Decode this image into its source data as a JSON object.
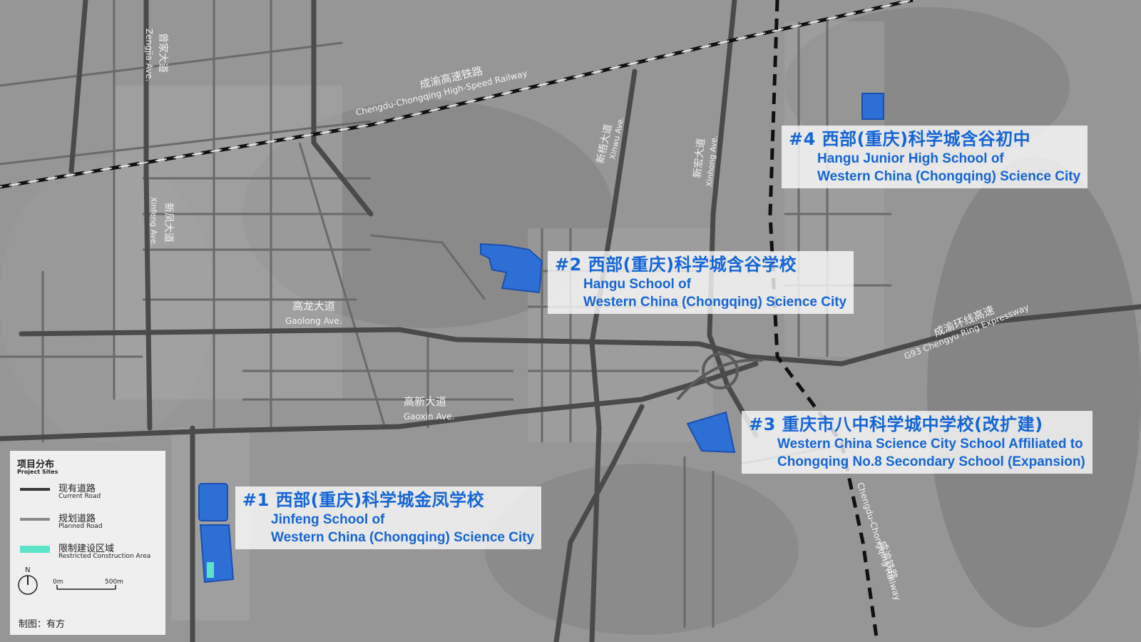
{
  "roads": {
    "zengjia": {
      "cn": "曾家大道",
      "en": "Zengjia Ave."
    },
    "hsr": {
      "cn": "成渝高速铁路",
      "en": "Chengdu-Chongqing High-Speed Railway"
    },
    "xinwu": {
      "cn": "新梧大道",
      "en": "Xinwu Ave."
    },
    "xinhong": {
      "cn": "新宏大道",
      "en": "Xinhong Ave."
    },
    "xinfeng": {
      "cn": "新凤大道",
      "en": "Xinfeng Ave."
    },
    "gaolong": {
      "cn": "高龙大道",
      "en": "Gaolong Ave."
    },
    "gaoxin": {
      "cn": "高新大道",
      "en": "Gaoxin Ave."
    },
    "ring": {
      "cn": "成渝环线高速",
      "en": "G93 Chengyu Ring Expressway"
    },
    "railway": {
      "cn": "成渝铁路",
      "en": "Chengdu-Chongqing Railway"
    }
  },
  "sites": [
    {
      "id": "1",
      "cn": "#1 西部(重庆)科学城金凤学校",
      "en1": "Jinfeng School of",
      "en2": "Western China (Chongqing) Science City"
    },
    {
      "id": "2",
      "cn": "#2 西部(重庆)科学城含谷学校",
      "en1": "Hangu School of",
      "en2": "Western China (Chongqing) Science City"
    },
    {
      "id": "3",
      "cn": "#3 重庆市八中科学城中学校(改扩建)",
      "en1": "Western China Science City School Affiliated to",
      "en2": "Chongqing No.8 Secondary School (Expansion)"
    },
    {
      "id": "4",
      "cn": "#4 西部(重庆)科学城含谷初中",
      "en1": "Hangu Junior High School of",
      "en2": "Western China (Chongqing) Science City"
    }
  ],
  "legend": {
    "title_cn": "项目分布",
    "title_en": "Project Sites",
    "items": [
      {
        "cn": "现有道路",
        "en": "Current Road",
        "color": "#3a3a3a"
      },
      {
        "cn": "规划道路",
        "en": "Planned Road",
        "color": "#8a8a8a"
      },
      {
        "cn": "限制建设区域",
        "en": "Restricted Construction Area",
        "color": "#5de3c8"
      }
    ],
    "north": "N",
    "scale_start": "0m",
    "scale_end": "500m",
    "credit": "制图：有方"
  },
  "colors": {
    "site_fill": "#2e6fd6",
    "site_stroke": "#1b4fb0",
    "label": "#1565d8",
    "road": "#4a4a4a",
    "restricted": "#5de3c8"
  }
}
